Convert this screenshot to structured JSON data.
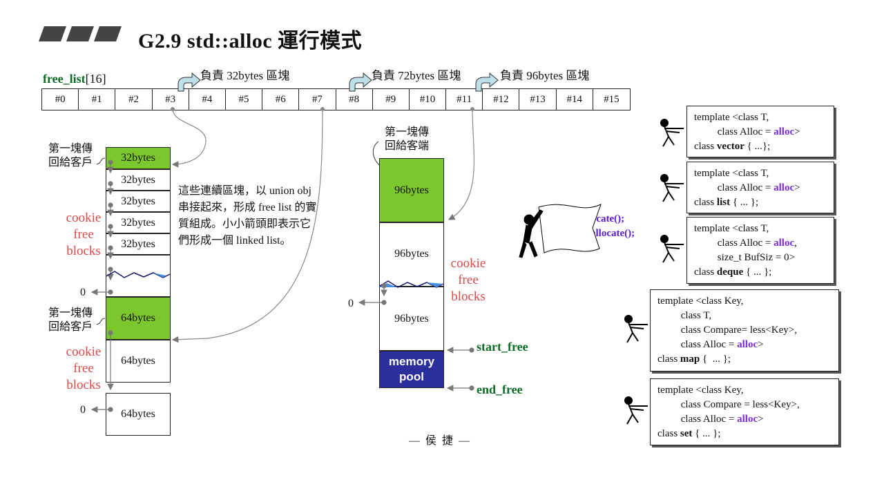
{
  "header": {
    "title": "G2.9 std::alloc 運行模式"
  },
  "free_list": {
    "label_bold": "free_list",
    "label_suffix": "[16]",
    "cells": [
      "#0",
      "#1",
      "#2",
      "#3",
      "#4",
      "#5",
      "#6",
      "#7",
      "#8",
      "#9",
      "#10",
      "#11",
      "#12",
      "#13",
      "#14",
      "#15"
    ],
    "resp_32": "負責 32bytes 區塊",
    "resp_72": "負責 72bytes 區塊",
    "resp_96": "負責 96bytes 區塊"
  },
  "left_chain": {
    "first_given_1": "第一塊傳\n回給客戶",
    "first_given_2": "第一塊傳\n回給客戶",
    "blocks_32": [
      "32bytes",
      "32bytes",
      "32bytes",
      "32bytes",
      "32bytes"
    ],
    "blocks_64": [
      "64bytes",
      "64bytes",
      "64bytes"
    ],
    "cookie_free_1": "cookie\nfree\nblocks",
    "cookie_free_2": "cookie\nfree\nblocks",
    "zero_1": "0",
    "zero_2": "0",
    "description": "這些連續區塊，以 union obj\n串接起來，形成 free list 的實\n質組成。小小箭頭即表示它\n們形成一個 linked list。"
  },
  "middle_chain": {
    "first_given": "第一塊傳\n回給客端",
    "blocks_96": [
      "96bytes",
      "96bytes",
      "96bytes"
    ],
    "cookie_free": "cookie\nfree\nblocks",
    "zero": "0",
    "memory_pool": "memory\npool",
    "start_free": "start_free",
    "end_free": "end_free"
  },
  "alloc_calls": {
    "allocate": "alloc::allocate();",
    "deallocate": "alloc::deallocate();"
  },
  "containers": [
    {
      "lines": [
        "template <class T,",
        "         class Alloc = ",
        "class "
      ],
      "alloc": "alloc",
      "close": ">",
      "name": "vector",
      "tail": " { ...};"
    },
    {
      "lines": [
        "template <class T,",
        "         class Alloc = ",
        "class "
      ],
      "alloc": "alloc",
      "close": ">",
      "name": "list",
      "tail": " { ... };"
    },
    {
      "lines": [
        "template <class T,",
        "         class Alloc = ",
        "         size_t BufSiz = 0>",
        "class "
      ],
      "alloc": "alloc",
      "close": ",",
      "name": "deque",
      "tail": " { ... };"
    },
    {
      "lines": [
        "template <class Key,",
        "         class T,",
        "         class Compare= less<Key>,",
        "         class Alloc = ",
        "class "
      ],
      "alloc": "alloc",
      "close": ">",
      "name": "map",
      "tail": " {  ... };"
    },
    {
      "lines": [
        "template <class Key,",
        "         class Compare = less<Key>,",
        "         class Alloc = ",
        "class "
      ],
      "alloc": "alloc",
      "close": ">",
      "name": "set",
      "tail": " { ... };"
    }
  ],
  "footer": "— 侯 捷 —",
  "colors": {
    "green_block": "#7cc62e",
    "memory_pool": "#2b2f9c",
    "cookie_text": "#e04848",
    "var_text": "#0a6b24",
    "alloc_keyword": "#7b2be0"
  }
}
